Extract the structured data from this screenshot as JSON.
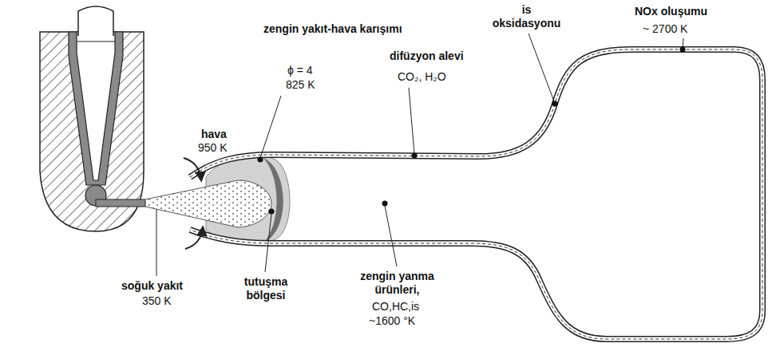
{
  "diagram": {
    "labels": [
      "NOx oluşumu",
      "~ 2700 K",
      "is oksidasyonu",
      "zengin yakıt-hava karışımı",
      "ϕ = 4",
      "825 K",
      "difüzyon alevi",
      "CO₂, H₂O",
      "hava",
      "950 K",
      "soğuk yakıt",
      "350 K",
      "tutuşma bölgesi",
      "zengin yanma ürünleri,",
      "CO,HC,is",
      "~1600 °K"
    ]
  }
}
